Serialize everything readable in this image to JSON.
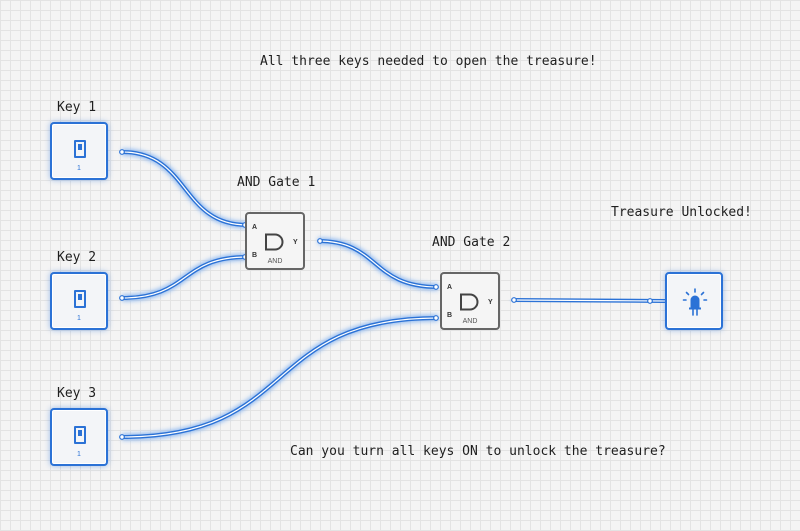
{
  "title": "All three keys needed to open the treasure!",
  "prompt": "Can you turn all keys ON to unlock the treasure?",
  "output_label": "Treasure Unlocked!",
  "inputs": [
    {
      "label": "Key 1",
      "value": "1",
      "state": "on"
    },
    {
      "label": "Key 2",
      "value": "1",
      "state": "on"
    },
    {
      "label": "Key 3",
      "value": "1",
      "state": "on"
    }
  ],
  "gates": [
    {
      "label": "AND Gate 1",
      "type": "AND",
      "pins": {
        "a": "A",
        "b": "B",
        "y": "Y"
      }
    },
    {
      "label": "AND Gate 2",
      "type": "AND",
      "pins": {
        "a": "A",
        "b": "B",
        "y": "Y"
      }
    }
  ],
  "output": {
    "icon": "led-bulb-icon",
    "state": "on"
  },
  "colors": {
    "active_wire": "#2b72d6",
    "wire_glow": "#8ab6f0",
    "gate_border": "#666666",
    "background": "#f4f4f4",
    "grid": "#e3e3e3"
  }
}
